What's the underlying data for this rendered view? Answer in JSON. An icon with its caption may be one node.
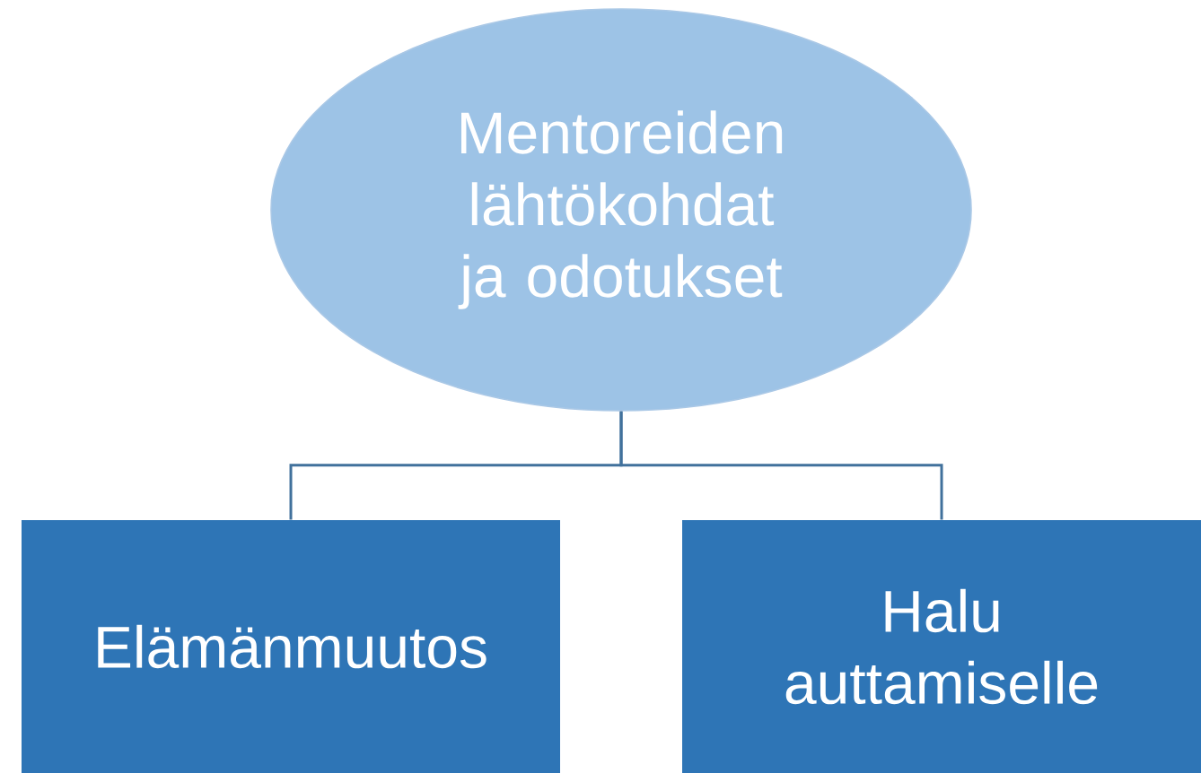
{
  "diagram": {
    "nodes": [
      {
        "text": [
          "Mentoreiden lähtökohdat ja odotukset"
        ]
      },
      {
        "text": [
          "Elämänmuutos"
        ]
      },
      {
        "text": [
          "Halu auttamiselle"
        ]
      }
    ],
    "edges": [
      {
        "from": 0,
        "to": 1,
        "arrow": "none"
      },
      {
        "from": 0,
        "to": 2,
        "arrow": "none"
      }
    ]
  }
}
